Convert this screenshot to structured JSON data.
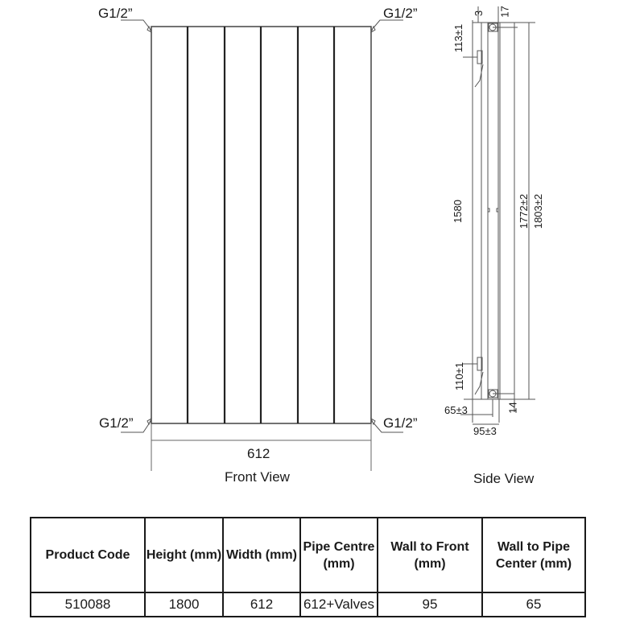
{
  "front_view": {
    "title": "Front View",
    "connections": {
      "top_left": "G1/2”",
      "top_right": "G1/2”",
      "bottom_left": "G1/2”",
      "bottom_right": "G1/2”"
    },
    "width_dimension": "612",
    "panel_count": 6
  },
  "side_view": {
    "title": "Side View",
    "dimensions": {
      "top_offset": "3",
      "top_depth": "17",
      "top_bracket": "113±1",
      "pipe_centre_height": "1580",
      "inner_height": "1772±2",
      "overall_height": "1803±2",
      "bottom_bracket": "110±1",
      "wall_to_pipe": "65±3",
      "bottom_offset": "14",
      "wall_to_front": "95±3"
    }
  },
  "spec_table": {
    "headers": [
      "Product  Code",
      "Height (mm)",
      "Width (mm)",
      "Pipe Centre (mm)",
      "Wall to Front (mm)",
      "Wall to Pipe Center (mm)"
    ],
    "rows": [
      [
        "510088",
        "1800",
        "612",
        "612+Valves",
        "95",
        "65"
      ]
    ]
  }
}
